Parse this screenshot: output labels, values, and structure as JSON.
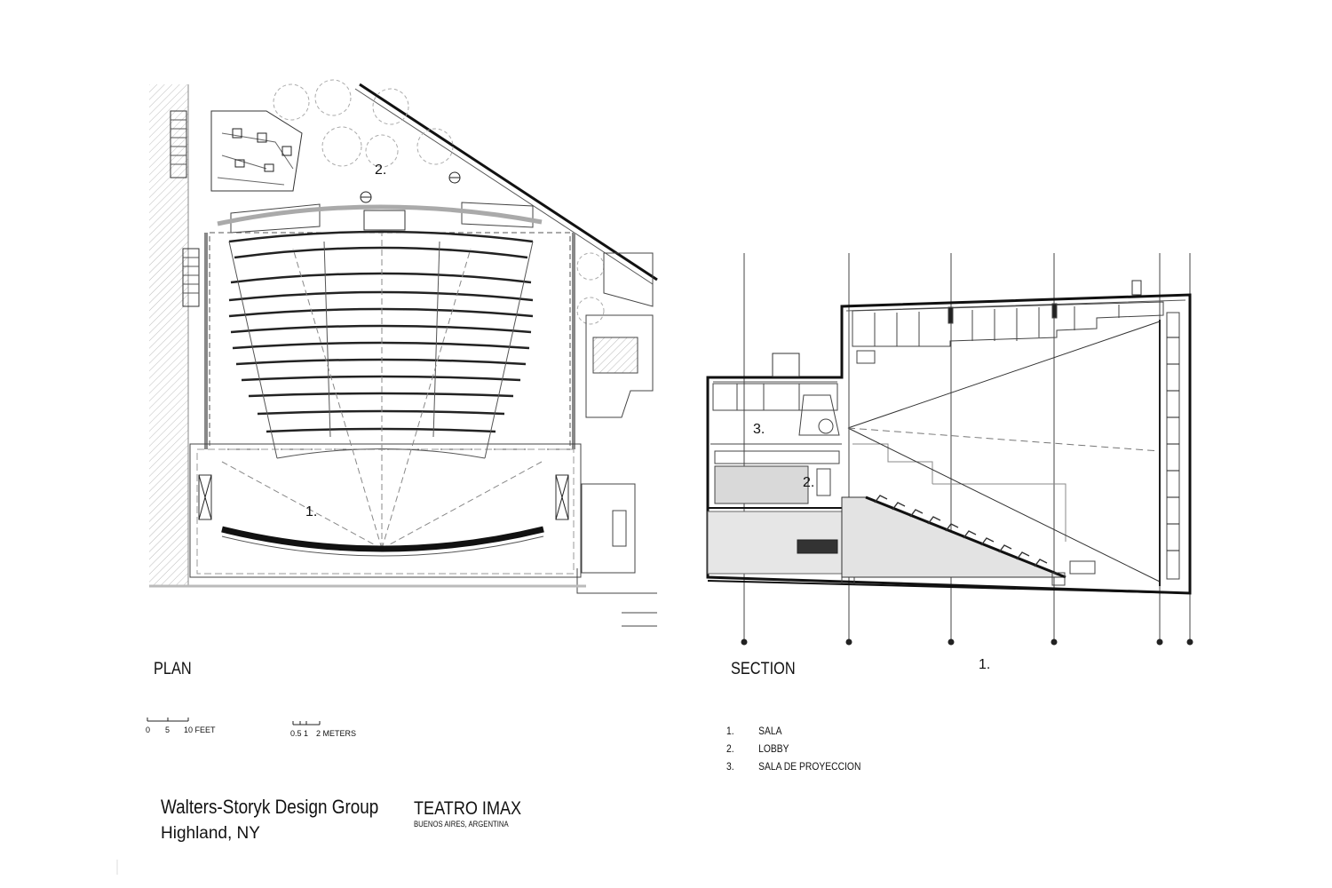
{
  "plan": {
    "title": "PLAN",
    "scale_feet": {
      "ticks": [
        "0",
        "5",
        "10 FEET"
      ]
    },
    "scale_meters": {
      "ticks": [
        "0.5 1",
        "2 METERS"
      ]
    },
    "room_labels": [
      {
        "id": "sala",
        "text": "1."
      },
      {
        "id": "lobby",
        "text": "2."
      }
    ]
  },
  "section": {
    "title": "SECTION",
    "marker": "1.",
    "room_labels": [
      {
        "id": "projection",
        "text": "3."
      },
      {
        "id": "lobby",
        "text": "2."
      }
    ]
  },
  "legend": [
    {
      "num": "1.",
      "label": "SALA"
    },
    {
      "num": "2.",
      "label": "LOBBY"
    },
    {
      "num": "3.",
      "label": "SALA DE PROYECCION"
    }
  ],
  "firm": {
    "name": "Walters-Storyk Design Group",
    "location": "Highland, NY"
  },
  "project": {
    "name": "TEATRO IMAX",
    "place": "BUENOS AIRES, ARGENTINA"
  }
}
